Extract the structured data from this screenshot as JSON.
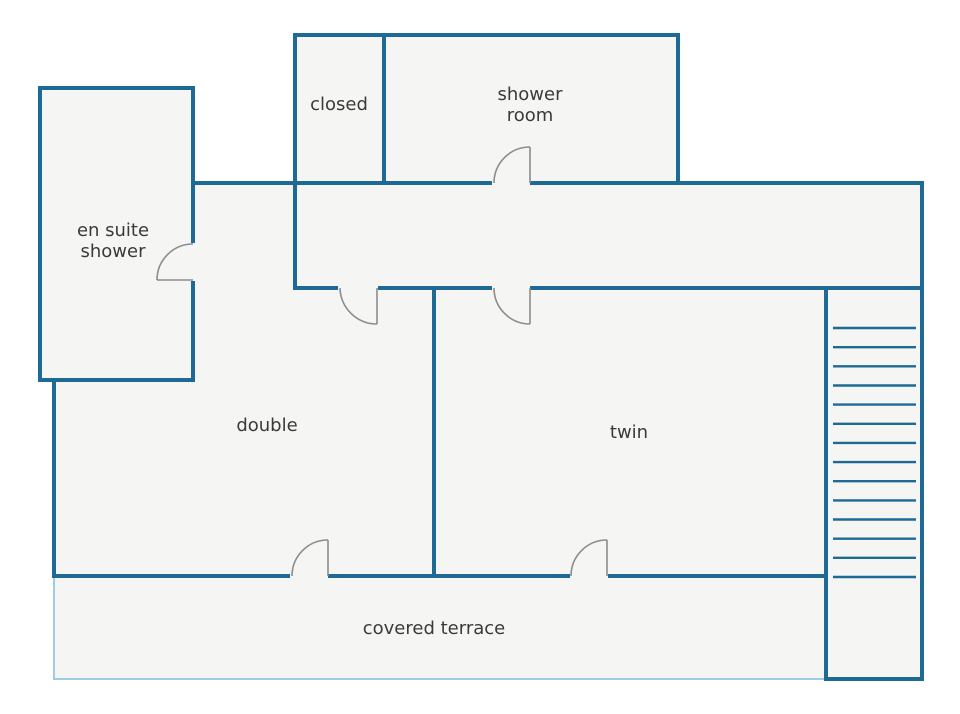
{
  "colors": {
    "wall": "#1e6a96",
    "terrace_outline": "#9fcbe3",
    "floor": "#f5f5f4",
    "door": "#8c8c8c",
    "stairs": "#1e6a96",
    "text": "#3a3a3a"
  },
  "rooms": {
    "closed": "closed",
    "shower_room_line1": "shower",
    "shower_room_line2": "room",
    "en_suite_line1": "en suite",
    "en_suite_line2": "shower",
    "double": "double",
    "twin": "twin",
    "terrace": "covered terrace"
  },
  "stairs": {
    "step_count": 14
  }
}
